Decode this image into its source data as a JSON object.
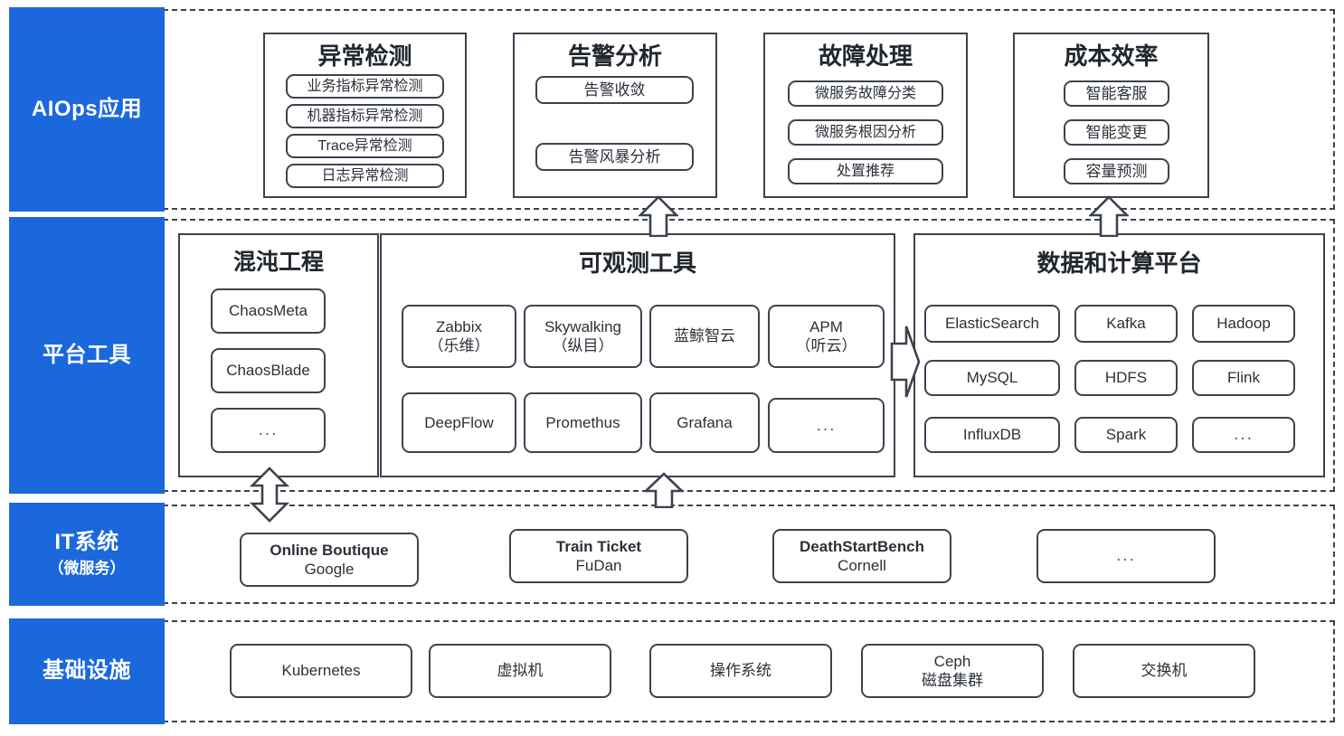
{
  "layers": [
    {
      "id": "aiops",
      "label": "AIOps应用",
      "sublabel": ""
    },
    {
      "id": "platform",
      "label": "平台工具",
      "sublabel": ""
    },
    {
      "id": "itsystem",
      "label": "IT系统",
      "sublabel": "（微服务）"
    },
    {
      "id": "infra",
      "label": "基础设施",
      "sublabel": ""
    }
  ],
  "aiops_groups": [
    {
      "title": "异常检测",
      "items": [
        "业务指标异常检测",
        "机器指标异常检测",
        "Trace异常检测",
        "日志异常检测"
      ]
    },
    {
      "title": "告警分析",
      "items": [
        "告警收敛",
        "告警风暴分析"
      ]
    },
    {
      "title": "故障处理",
      "items": [
        "微服务故障分类",
        "微服务根因分析",
        "处置推荐"
      ]
    },
    {
      "title": "成本效率",
      "items": [
        "智能客服",
        "智能变更",
        "容量预测"
      ]
    }
  ],
  "platform_groups": [
    {
      "title": "混沌工程",
      "items": [
        {
          "l1": "ChaosMeta",
          "l2": ""
        },
        {
          "l1": "ChaosBlade",
          "l2": ""
        },
        {
          "l1": "...",
          "l2": ""
        }
      ]
    },
    {
      "title": "可观测工具",
      "items": [
        {
          "l1": "Zabbix",
          "l2": "（乐维）"
        },
        {
          "l1": "Skywalking",
          "l2": "（纵目）"
        },
        {
          "l1": "蓝鲸智云",
          "l2": ""
        },
        {
          "l1": "APM",
          "l2": "（听云）"
        },
        {
          "l1": "DeepFlow",
          "l2": ""
        },
        {
          "l1": "Promethus",
          "l2": ""
        },
        {
          "l1": "Grafana",
          "l2": ""
        },
        {
          "l1": "...",
          "l2": ""
        }
      ]
    },
    {
      "title": "数据和计算平台",
      "items": [
        {
          "l1": "ElasticSearch",
          "l2": ""
        },
        {
          "l1": "Kafka",
          "l2": ""
        },
        {
          "l1": "Hadoop",
          "l2": ""
        },
        {
          "l1": "MySQL",
          "l2": ""
        },
        {
          "l1": "HDFS",
          "l2": ""
        },
        {
          "l1": "Flink",
          "l2": ""
        },
        {
          "l1": "InfluxDB",
          "l2": ""
        },
        {
          "l1": "Spark",
          "l2": ""
        },
        {
          "l1": "...",
          "l2": ""
        }
      ]
    }
  ],
  "it_systems": [
    {
      "l1": "Online Boutique",
      "l2": "Google"
    },
    {
      "l1": "Train Ticket",
      "l2": "FuDan"
    },
    {
      "l1": "DeathStartBench",
      "l2": "Cornell"
    },
    {
      "l1": "...",
      "l2": ""
    }
  ],
  "infrastructure": [
    {
      "l1": "Kubernetes",
      "l2": ""
    },
    {
      "l1": "虚拟机",
      "l2": ""
    },
    {
      "l1": "操作系统",
      "l2": ""
    },
    {
      "l1": "Ceph",
      "l2": "磁盘集群"
    },
    {
      "l1": "交换机",
      "l2": ""
    }
  ],
  "connectors": [
    {
      "name": "alert-analysis-up-arrow",
      "direction": "up"
    },
    {
      "name": "cost-efficiency-up-arrow",
      "direction": "up"
    },
    {
      "name": "observability-up-arrow",
      "direction": "up"
    },
    {
      "name": "chaos-bidirectional-arrow",
      "direction": "up-down"
    },
    {
      "name": "observability-to-data-arrow",
      "direction": "right"
    }
  ],
  "colors": {
    "accent_blue": "#1B68DD",
    "line": "#3c434d",
    "text": "#2b3139",
    "background": "#ffffff"
  }
}
